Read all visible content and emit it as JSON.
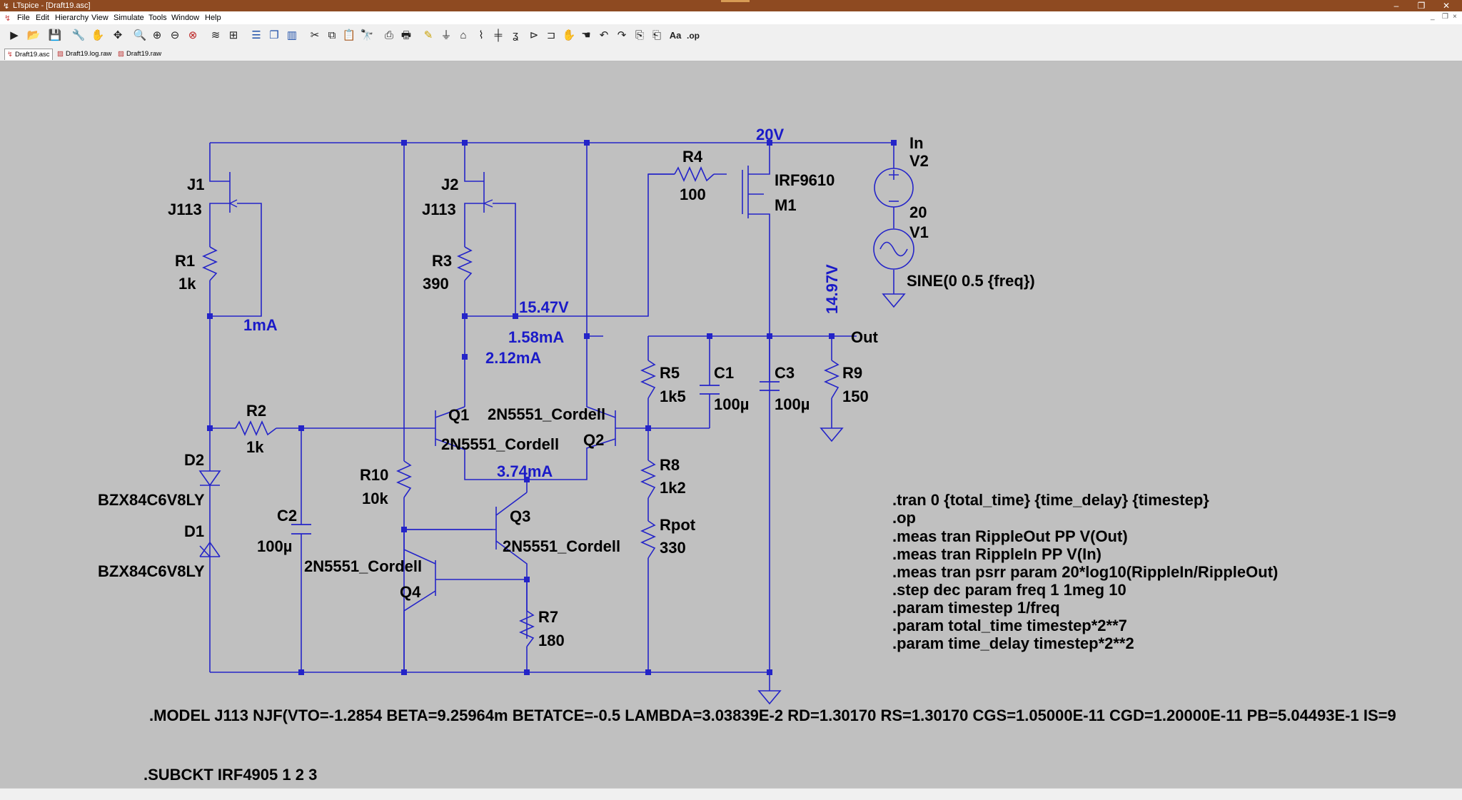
{
  "window": {
    "title": "LTspice - [Draft19.asc]",
    "controls": [
      "–",
      "❐",
      "✕"
    ]
  },
  "menu": {
    "items": [
      "File",
      "Edit",
      "Hierarchy",
      "View",
      "Simulate",
      "Tools",
      "Window",
      "Help"
    ],
    "mdi_controls": [
      "_",
      "❐",
      "×"
    ]
  },
  "toolbar": {
    "tools": [
      "run",
      "open",
      "save",
      "control-panel",
      "halt",
      "pan",
      "zoom-in",
      "zoom-fit",
      "zoom-out",
      "cancel-zoom",
      "autoscale",
      "grid",
      "tile-horizontal",
      "cascade",
      "tile-vertical",
      "cut",
      "copy",
      "paste",
      "find",
      "print-preview",
      "print",
      "draw-wire",
      "ground",
      "label-net",
      "resistor",
      "capacitor",
      "inductor",
      "diode",
      "component",
      "move",
      "drag",
      "undo",
      "redo",
      "rotate",
      "mirror",
      "text",
      "spice-directive"
    ]
  },
  "tabs": [
    {
      "label": "Draft19.asc",
      "icon": "schematic-icon"
    },
    {
      "label": "Draft19.log.raw",
      "icon": "waveform-icon"
    },
    {
      "label": "Draft19.raw",
      "icon": "waveform-icon"
    }
  ],
  "schematic": {
    "colors": {
      "wire": "#2424c8",
      "text": "#000000",
      "measure": "#1a1ac8",
      "background": "#c0c0c0"
    },
    "labels": {
      "j1": "J1",
      "j1_model": "J113",
      "j2": "J2",
      "j2_model": "J113",
      "r1": "R1",
      "r1_val": "1k",
      "r2": "R2",
      "r2_val": "1k",
      "r3": "R3",
      "r3_val": "390",
      "r4": "R4",
      "r4_val": "100",
      "r5": "R5",
      "r5_val": "1k5",
      "r7": "R7",
      "r7_val": "180",
      "r8": "R8",
      "r8_val": "1k2",
      "r9": "R9",
      "r9_val": "150",
      "r10": "R10",
      "r10_val": "10k",
      "rpot": "Rpot",
      "rpot_val": "330",
      "c1": "C1",
      "c1_val": "100µ",
      "c2": "C2",
      "c2_val": "100µ",
      "c3": "C3",
      "c3_val": "100µ",
      "d1": "D1",
      "d1_model": "BZX84C6V8LY",
      "d2": "D2",
      "d2_model": "BZX84C6V8LY",
      "q1": "Q1",
      "q1_model": "2N5551_Cordell",
      "q2": "Q2",
      "q2_model": "2N5551_Cordell",
      "q3": "Q3",
      "q3_model": "2N5551_Cordell",
      "q4": "Q4",
      "q4_model": "2N5551_Cordell",
      "m1": "M1",
      "m1_model": "IRF9610",
      "v1": "V1",
      "v1_val": "SINE(0 0.5 {freq})",
      "v2": "V2",
      "v2_val": "20",
      "net_in": "In",
      "net_out": "Out"
    },
    "measurements": {
      "v_top": "20V",
      "v_gate": "15.47V",
      "v_out": "14.97V",
      "i_j1": "1mA",
      "i_158": "1.58mA",
      "i_212": "2.12mA",
      "i_374": "3.74mA"
    },
    "directives": [
      ".tran 0 {total_time} {time_delay} {timestep}",
      ".op",
      ".meas tran RippleOut PP V(Out)",
      ".meas tran RippleIn PP V(In)",
      ".meas tran psrr param 20*log10(RippleIn/RippleOut)",
      ".step dec param freq 1 1meg 10",
      ".param timestep 1/freq",
      ".param total_time timestep*2**7",
      ".param time_delay timestep*2**2"
    ],
    "model_line": ".MODEL J113 NJF(VTO=-1.2854 BETA=9.25964m BETATCE=-0.5 LAMBDA=3.03839E-2 RD=1.30170 RS=1.30170 CGS=1.05000E-11 CGD=1.20000E-11 PB=5.04493E-1 IS=9",
    "subckt_line": ".SUBCKT IRF4905 1 2 3"
  }
}
